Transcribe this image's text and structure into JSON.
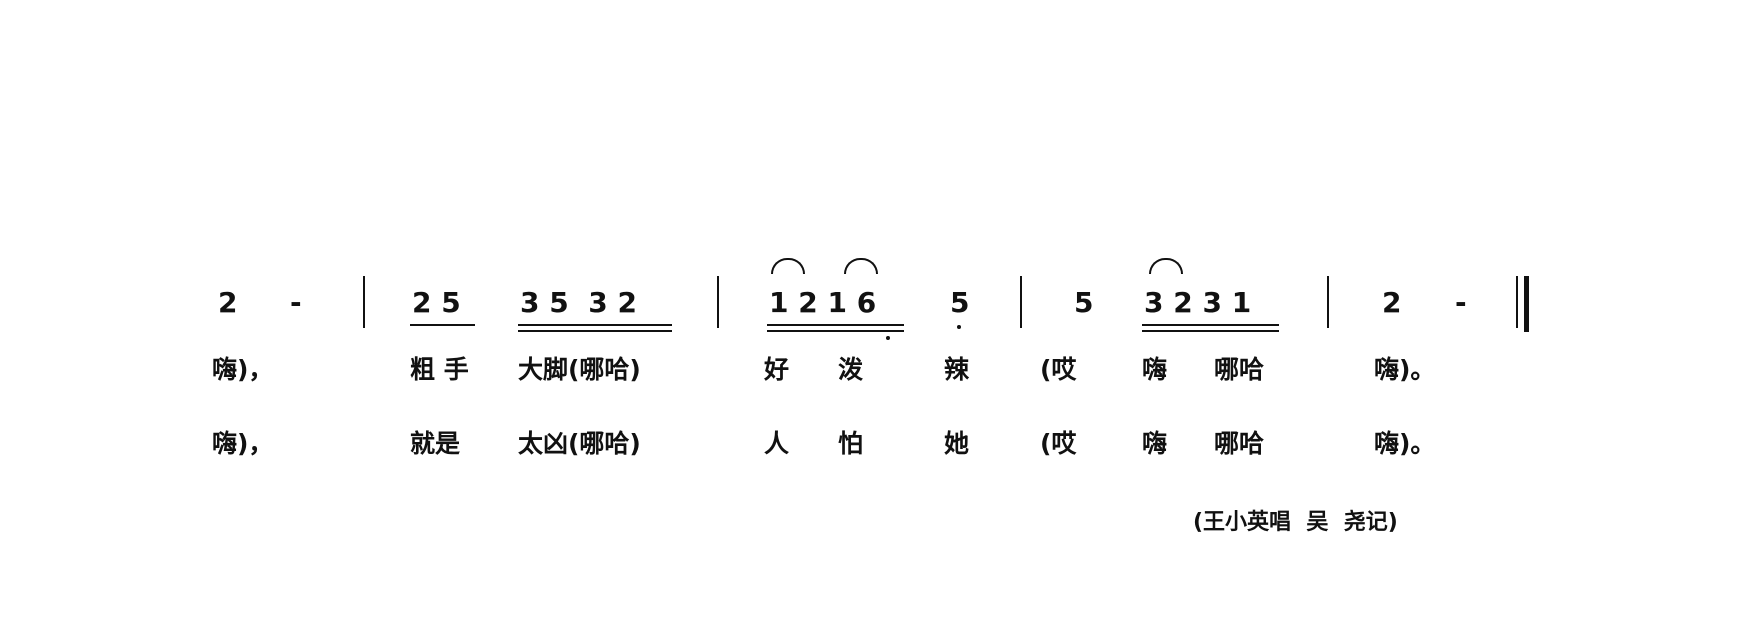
{
  "notation": {
    "m1": [
      "2",
      "-"
    ],
    "m2": [
      "2 5",
      "3 5  3 2"
    ],
    "m3": [
      "1 2 1 6",
      "5"
    ],
    "m4": [
      "5",
      "3 2 3 1"
    ],
    "m5": [
      "2",
      "-"
    ]
  },
  "lyrics": {
    "verse1": {
      "a": "嗨)，",
      "b": "粗 手",
      "c": "大脚(哪哈)",
      "d": "好",
      "e": "泼",
      "f": "辣",
      "g": "(哎",
      "h": "嗨",
      "i": "哪哈",
      "j": "嗨)。"
    },
    "verse2": {
      "a": "嗨)，",
      "b": "就是",
      "c": "太凶(哪哈)",
      "d": "人",
      "e": "怕",
      "f": "她",
      "g": "(哎",
      "h": "嗨",
      "i": "哪哈",
      "j": "嗨)。"
    }
  },
  "credit": "(王小英唱  吴  尧记)"
}
